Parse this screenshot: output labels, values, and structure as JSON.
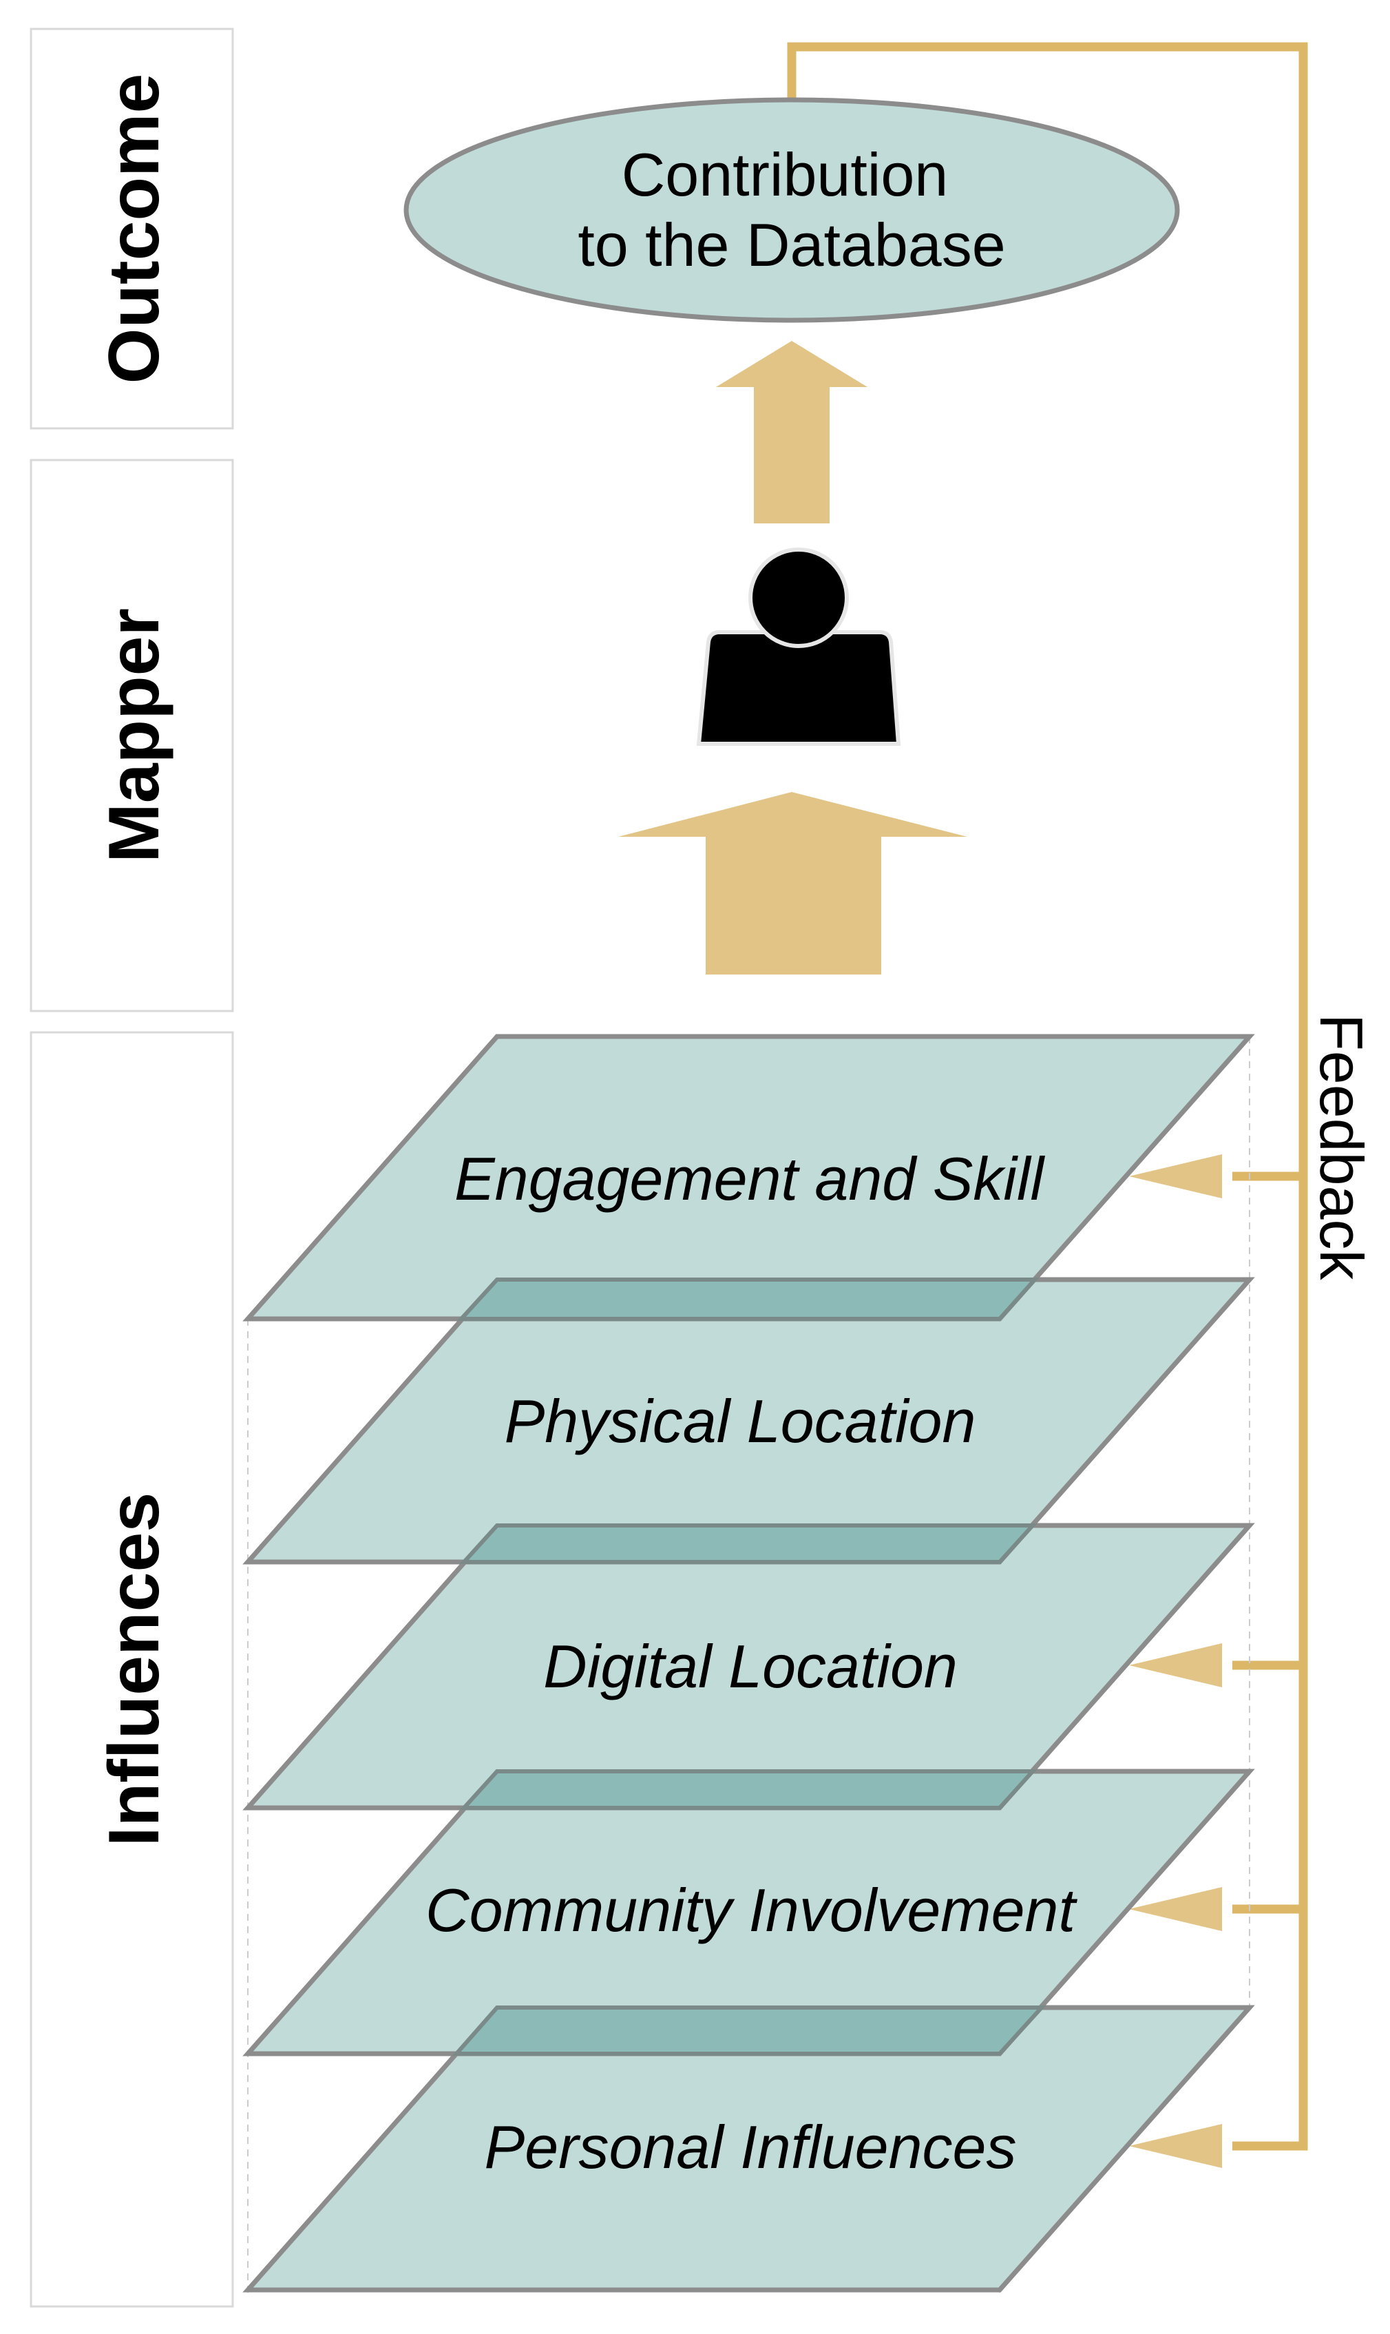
{
  "bands": [
    {
      "label": "Outcome"
    },
    {
      "label": "Mapper"
    },
    {
      "label": "Influences"
    }
  ],
  "outcome": {
    "line1": "Contribution",
    "line2": "to the Database"
  },
  "mapper": {
    "icon": "person-icon"
  },
  "layers": [
    {
      "label": "Engagement and Skill"
    },
    {
      "label": "Physical Location"
    },
    {
      "label": "Digital Location"
    },
    {
      "label": "Community Involvement"
    },
    {
      "label": "Personal Influences"
    }
  ],
  "feedback": {
    "label": "Feedback"
  },
  "colors": {
    "layer_fill": "#c0dbd8",
    "overlap_fill": "#8cbbb7",
    "outline": "#8c8c8c",
    "arrow": "#e2c486",
    "feedback_line": "#dcb768"
  }
}
